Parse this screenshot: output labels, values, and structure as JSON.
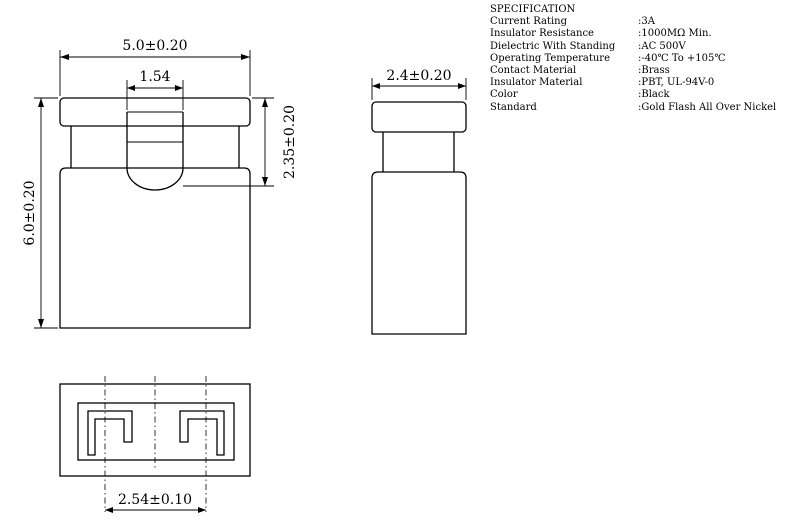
{
  "dimensions": {
    "front_width": "5.0±0.20",
    "front_inner": "1.54",
    "front_height": "6.0±0.20",
    "front_top": "2.35±0.20",
    "side_width": "2.4±0.20",
    "bottom_pitch": "2.54±0.10"
  },
  "specification": {
    "title": "SPECIFICATION",
    "rows": [
      {
        "label": "Current Rating",
        "value": ":3A"
      },
      {
        "label": "Insulator Resistance",
        "value": ":1000MΩ  Min."
      },
      {
        "label": "Dielectric With Standing",
        "value": ":AC 500V"
      },
      {
        "label": "Operating Temperature",
        "value": ":-40℃ To +105℃"
      },
      {
        "label": "Contact Material",
        "value": ":Brass"
      },
      {
        "label": "Insulator Material",
        "value": ":PBT, UL-94V-0"
      },
      {
        "label": "Color",
        "value": ":Black"
      },
      {
        "label": "Standard",
        "value": ":Gold Flash All Over Nickel"
      }
    ]
  }
}
